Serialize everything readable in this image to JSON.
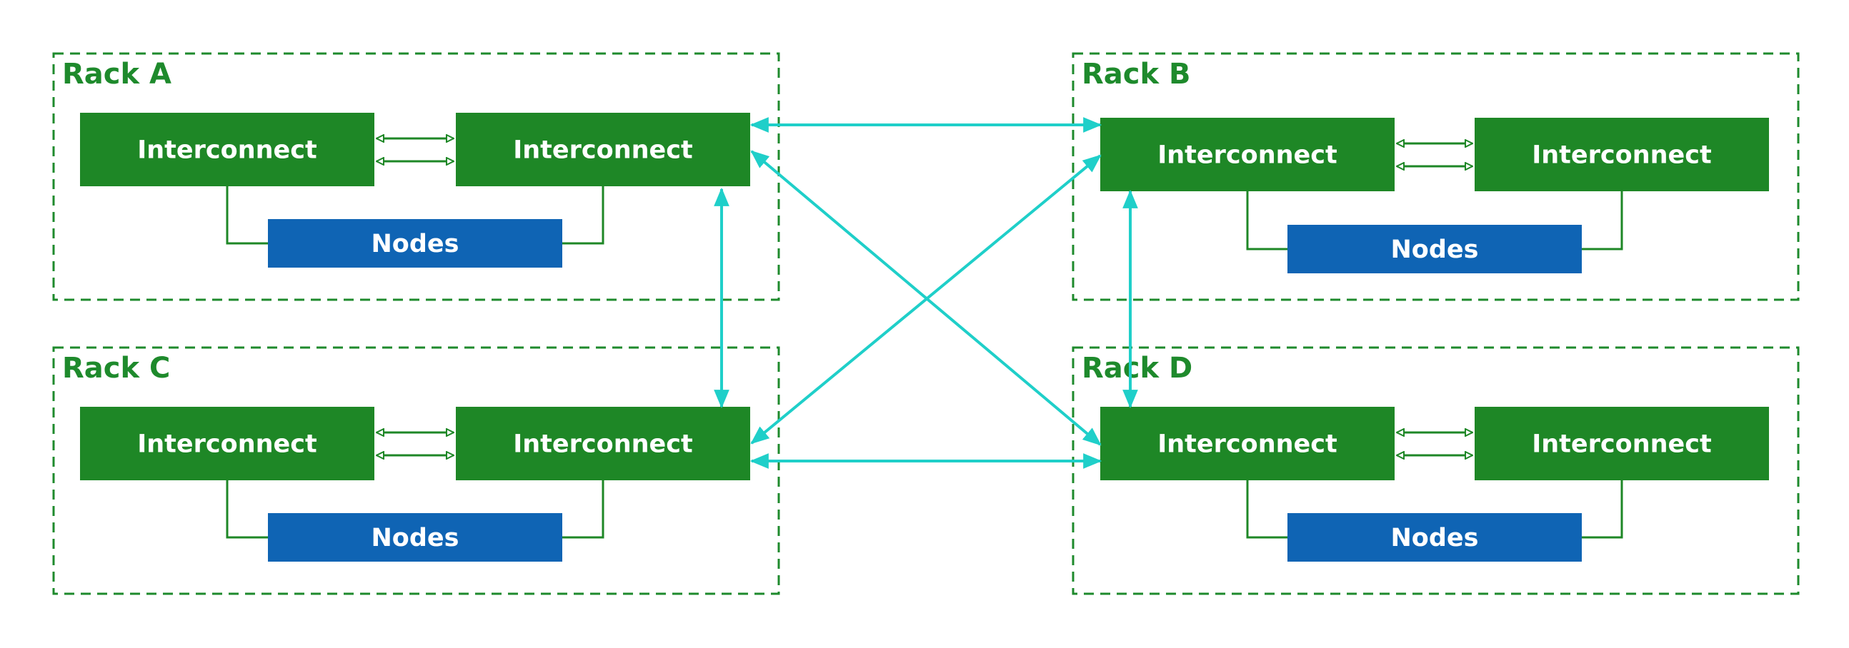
{
  "colors": {
    "rack_border": "#1e8a2c",
    "interconnect_fill": "#1e8726",
    "nodes_fill": "#0f64b4",
    "link": "#1fcfc9",
    "text_on_box": "#ffffff",
    "rack_label": "#1e8a2c"
  },
  "racks": [
    {
      "id": "a",
      "label": "Rack A",
      "interconnects": [
        "Interconnect",
        "Interconnect"
      ],
      "nodes_label": "Nodes"
    },
    {
      "id": "b",
      "label": "Rack B",
      "interconnects": [
        "Interconnect",
        "Interconnect"
      ],
      "nodes_label": "Nodes"
    },
    {
      "id": "c",
      "label": "Rack C",
      "interconnects": [
        "Interconnect",
        "Interconnect"
      ],
      "nodes_label": "Nodes"
    },
    {
      "id": "d",
      "label": "Rack D",
      "interconnects": [
        "Interconnect",
        "Interconnect"
      ],
      "nodes_label": "Nodes"
    }
  ],
  "inter_rack_links": [
    {
      "from": "a",
      "to": "b"
    },
    {
      "from": "a",
      "to": "c"
    },
    {
      "from": "a",
      "to": "d"
    },
    {
      "from": "c",
      "to": "b"
    },
    {
      "from": "c",
      "to": "d"
    },
    {
      "from": "b",
      "to": "d"
    }
  ]
}
